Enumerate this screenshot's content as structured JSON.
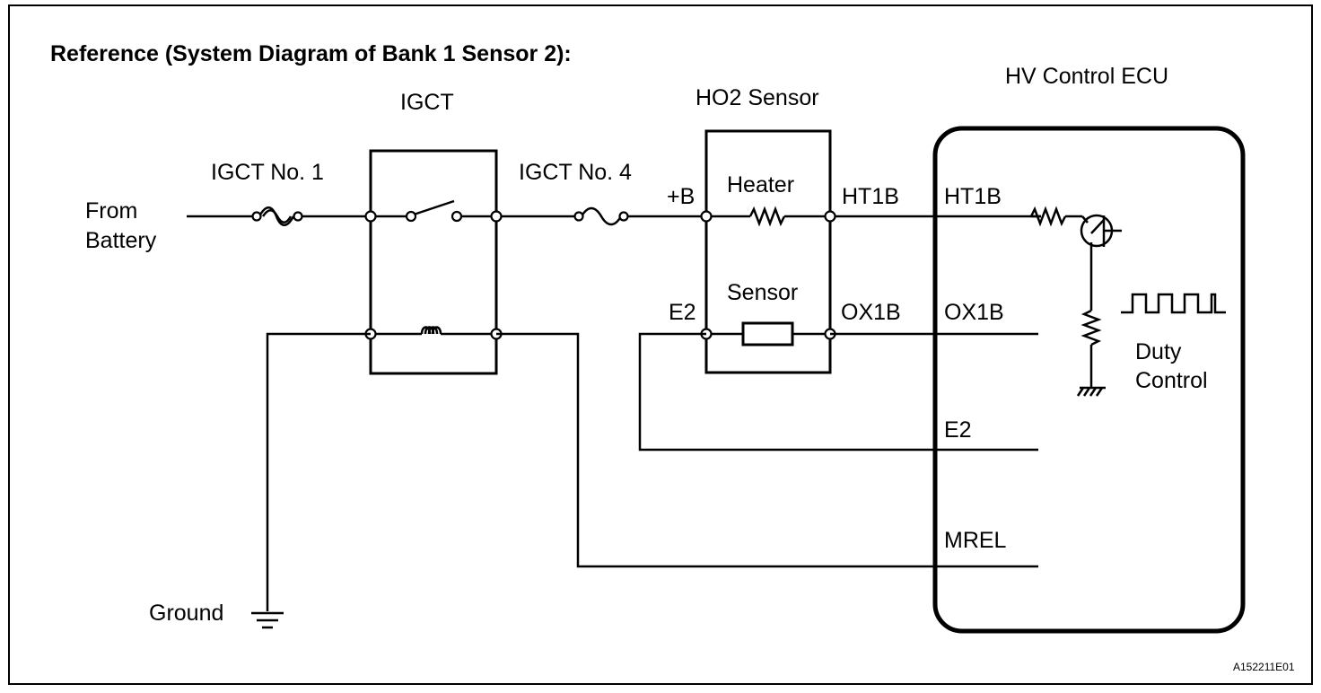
{
  "title": "Reference (System Diagram of Bank 1 Sensor 2):",
  "labels": {
    "from_battery_line1": "From",
    "from_battery_line2": "Battery",
    "igct_fuse_1": "IGCT No. 1",
    "igct_relay": "IGCT",
    "igct_fuse_4": "IGCT No. 4",
    "ho2_sensor": "HO2 Sensor",
    "plus_b": "+B",
    "heater": "Heater",
    "sensor": "Sensor",
    "sensor_e2": "E2",
    "sensor_ht1b": "HT1B",
    "sensor_ox1b": "OX1B",
    "hv_control_ecu": "HV Control ECU",
    "ecu_ht1b": "HT1B",
    "ecu_ox1b": "OX1B",
    "ecu_e2": "E2",
    "ecu_mrel": "MREL",
    "duty_line1": "Duty",
    "duty_line2": "Control",
    "ground": "Ground",
    "figure_id": "A152211E01"
  }
}
